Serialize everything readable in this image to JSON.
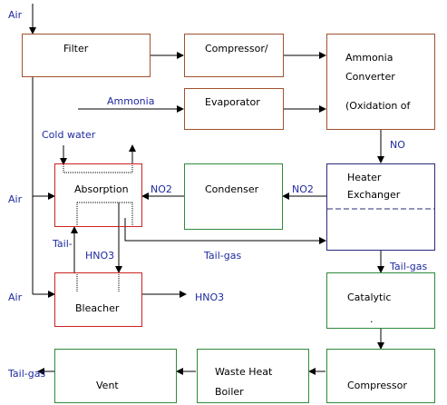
{
  "colors": {
    "box_border_brown": "#a0522d",
    "box_border_red": "#cc2222",
    "box_border_green": "#2e8b3a",
    "box_border_navy": "#2a2a7a",
    "text_blue": "#1f2a9e",
    "line": "#000000"
  },
  "boxes": {
    "filter": "Filter",
    "compressor1": "Compressor/",
    "ammonia_converter": [
      "Ammonia",
      "Converter",
      "(Oxidation of"
    ],
    "evaporator": "Evaporator",
    "absorption": "Absorption",
    "condenser": "Condenser",
    "heater_exchanger": [
      "Heater",
      "Exchanger"
    ],
    "bleacher": "Bleacher",
    "catalytic": "Catalytic",
    "catalytic_dot": ".",
    "compressor2": "Compressor",
    "waste_heat_boiler": [
      "Waste Heat",
      "Boiler"
    ],
    "vent": "Vent"
  },
  "labels": {
    "air_top": "Air",
    "ammonia": "Ammonia",
    "cold_water": "Cold water",
    "air_absorption": "Air",
    "no2_left": "NO2",
    "no2_right": "NO2",
    "no": "NO",
    "tail_dash": "Tail-",
    "hno3_mid": "HNO3",
    "tail_gas_mid": "Tail-gas",
    "tail_gas_right": "Tail-gas",
    "air_bleacher": "Air",
    "hno3_out": "HNO3",
    "tail_gas_out": "Tail-gas"
  }
}
